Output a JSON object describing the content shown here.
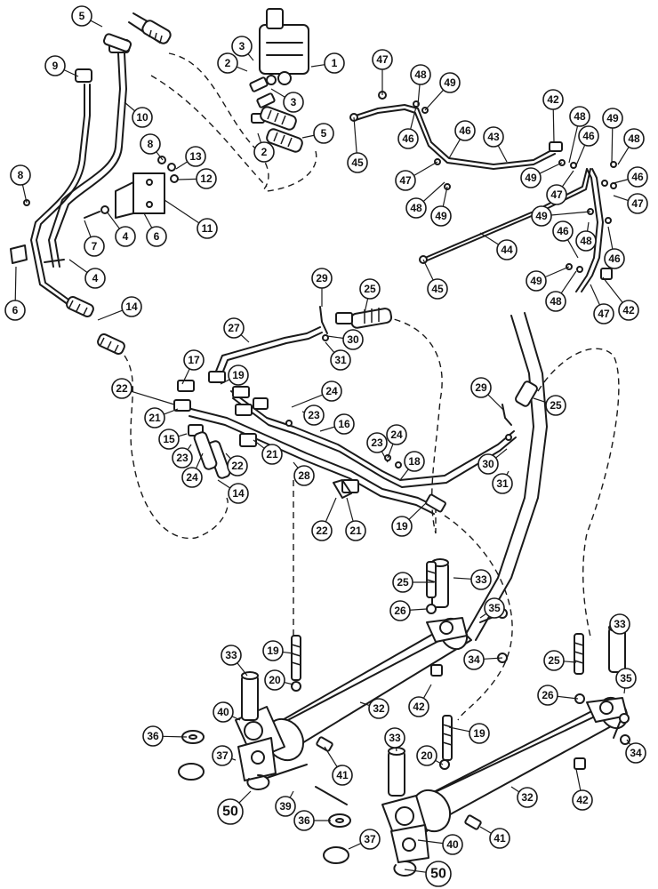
{
  "callouts": [
    {
      "label": "5"
    },
    {
      "label": "9"
    },
    {
      "label": "10"
    },
    {
      "label": "3"
    },
    {
      "label": "2"
    },
    {
      "label": "3"
    },
    {
      "label": "1"
    },
    {
      "label": "2"
    },
    {
      "label": "5"
    },
    {
      "label": "8"
    },
    {
      "label": "13"
    },
    {
      "label": "12"
    },
    {
      "label": "8"
    },
    {
      "label": "11"
    },
    {
      "label": "6"
    },
    {
      "label": "4"
    },
    {
      "label": "7"
    },
    {
      "label": "4"
    },
    {
      "label": "6"
    },
    {
      "label": "14"
    },
    {
      "label": "47"
    },
    {
      "label": "48"
    },
    {
      "label": "49"
    },
    {
      "label": "42"
    },
    {
      "label": "46"
    },
    {
      "label": "46"
    },
    {
      "label": "43"
    },
    {
      "label": "45"
    },
    {
      "label": "47"
    },
    {
      "label": "48"
    },
    {
      "label": "49"
    },
    {
      "label": "48"
    },
    {
      "label": "46"
    },
    {
      "label": "49"
    },
    {
      "label": "48"
    },
    {
      "label": "49"
    },
    {
      "label": "47"
    },
    {
      "label": "46"
    },
    {
      "label": "44"
    },
    {
      "label": "49"
    },
    {
      "label": "47"
    },
    {
      "label": "46"
    },
    {
      "label": "48"
    },
    {
      "label": "46"
    },
    {
      "label": "45"
    },
    {
      "label": "49"
    },
    {
      "label": "48"
    },
    {
      "label": "47"
    },
    {
      "label": "42"
    },
    {
      "label": "29"
    },
    {
      "label": "25"
    },
    {
      "label": "27"
    },
    {
      "label": "30"
    },
    {
      "label": "31"
    },
    {
      "label": "17"
    },
    {
      "label": "19"
    },
    {
      "label": "22"
    },
    {
      "label": "24"
    },
    {
      "label": "23"
    },
    {
      "label": "21"
    },
    {
      "label": "16"
    },
    {
      "label": "15"
    },
    {
      "label": "23"
    },
    {
      "label": "24"
    },
    {
      "label": "22"
    },
    {
      "label": "21"
    },
    {
      "label": "28"
    },
    {
      "label": "24"
    },
    {
      "label": "14"
    },
    {
      "label": "23"
    },
    {
      "label": "18"
    },
    {
      "label": "22"
    },
    {
      "label": "21"
    },
    {
      "label": "19"
    },
    {
      "label": "29"
    },
    {
      "label": "25"
    },
    {
      "label": "30"
    },
    {
      "label": "31"
    },
    {
      "label": "25"
    },
    {
      "label": "33"
    },
    {
      "label": "26"
    },
    {
      "label": "35"
    },
    {
      "label": "34"
    },
    {
      "label": "19"
    },
    {
      "label": "33"
    },
    {
      "label": "20"
    },
    {
      "label": "42"
    },
    {
      "label": "32"
    },
    {
      "label": "40"
    },
    {
      "label": "36"
    },
    {
      "label": "37"
    },
    {
      "label": "41"
    },
    {
      "label": "50"
    },
    {
      "label": "39"
    },
    {
      "label": "33"
    },
    {
      "label": "25"
    },
    {
      "label": "35"
    },
    {
      "label": "26"
    },
    {
      "label": "34"
    },
    {
      "label": "19"
    },
    {
      "label": "33"
    },
    {
      "label": "20"
    },
    {
      "label": "32"
    },
    {
      "label": "42"
    },
    {
      "label": "36"
    },
    {
      "label": "37"
    },
    {
      "label": "40"
    },
    {
      "label": "41"
    },
    {
      "label": "50"
    }
  ]
}
